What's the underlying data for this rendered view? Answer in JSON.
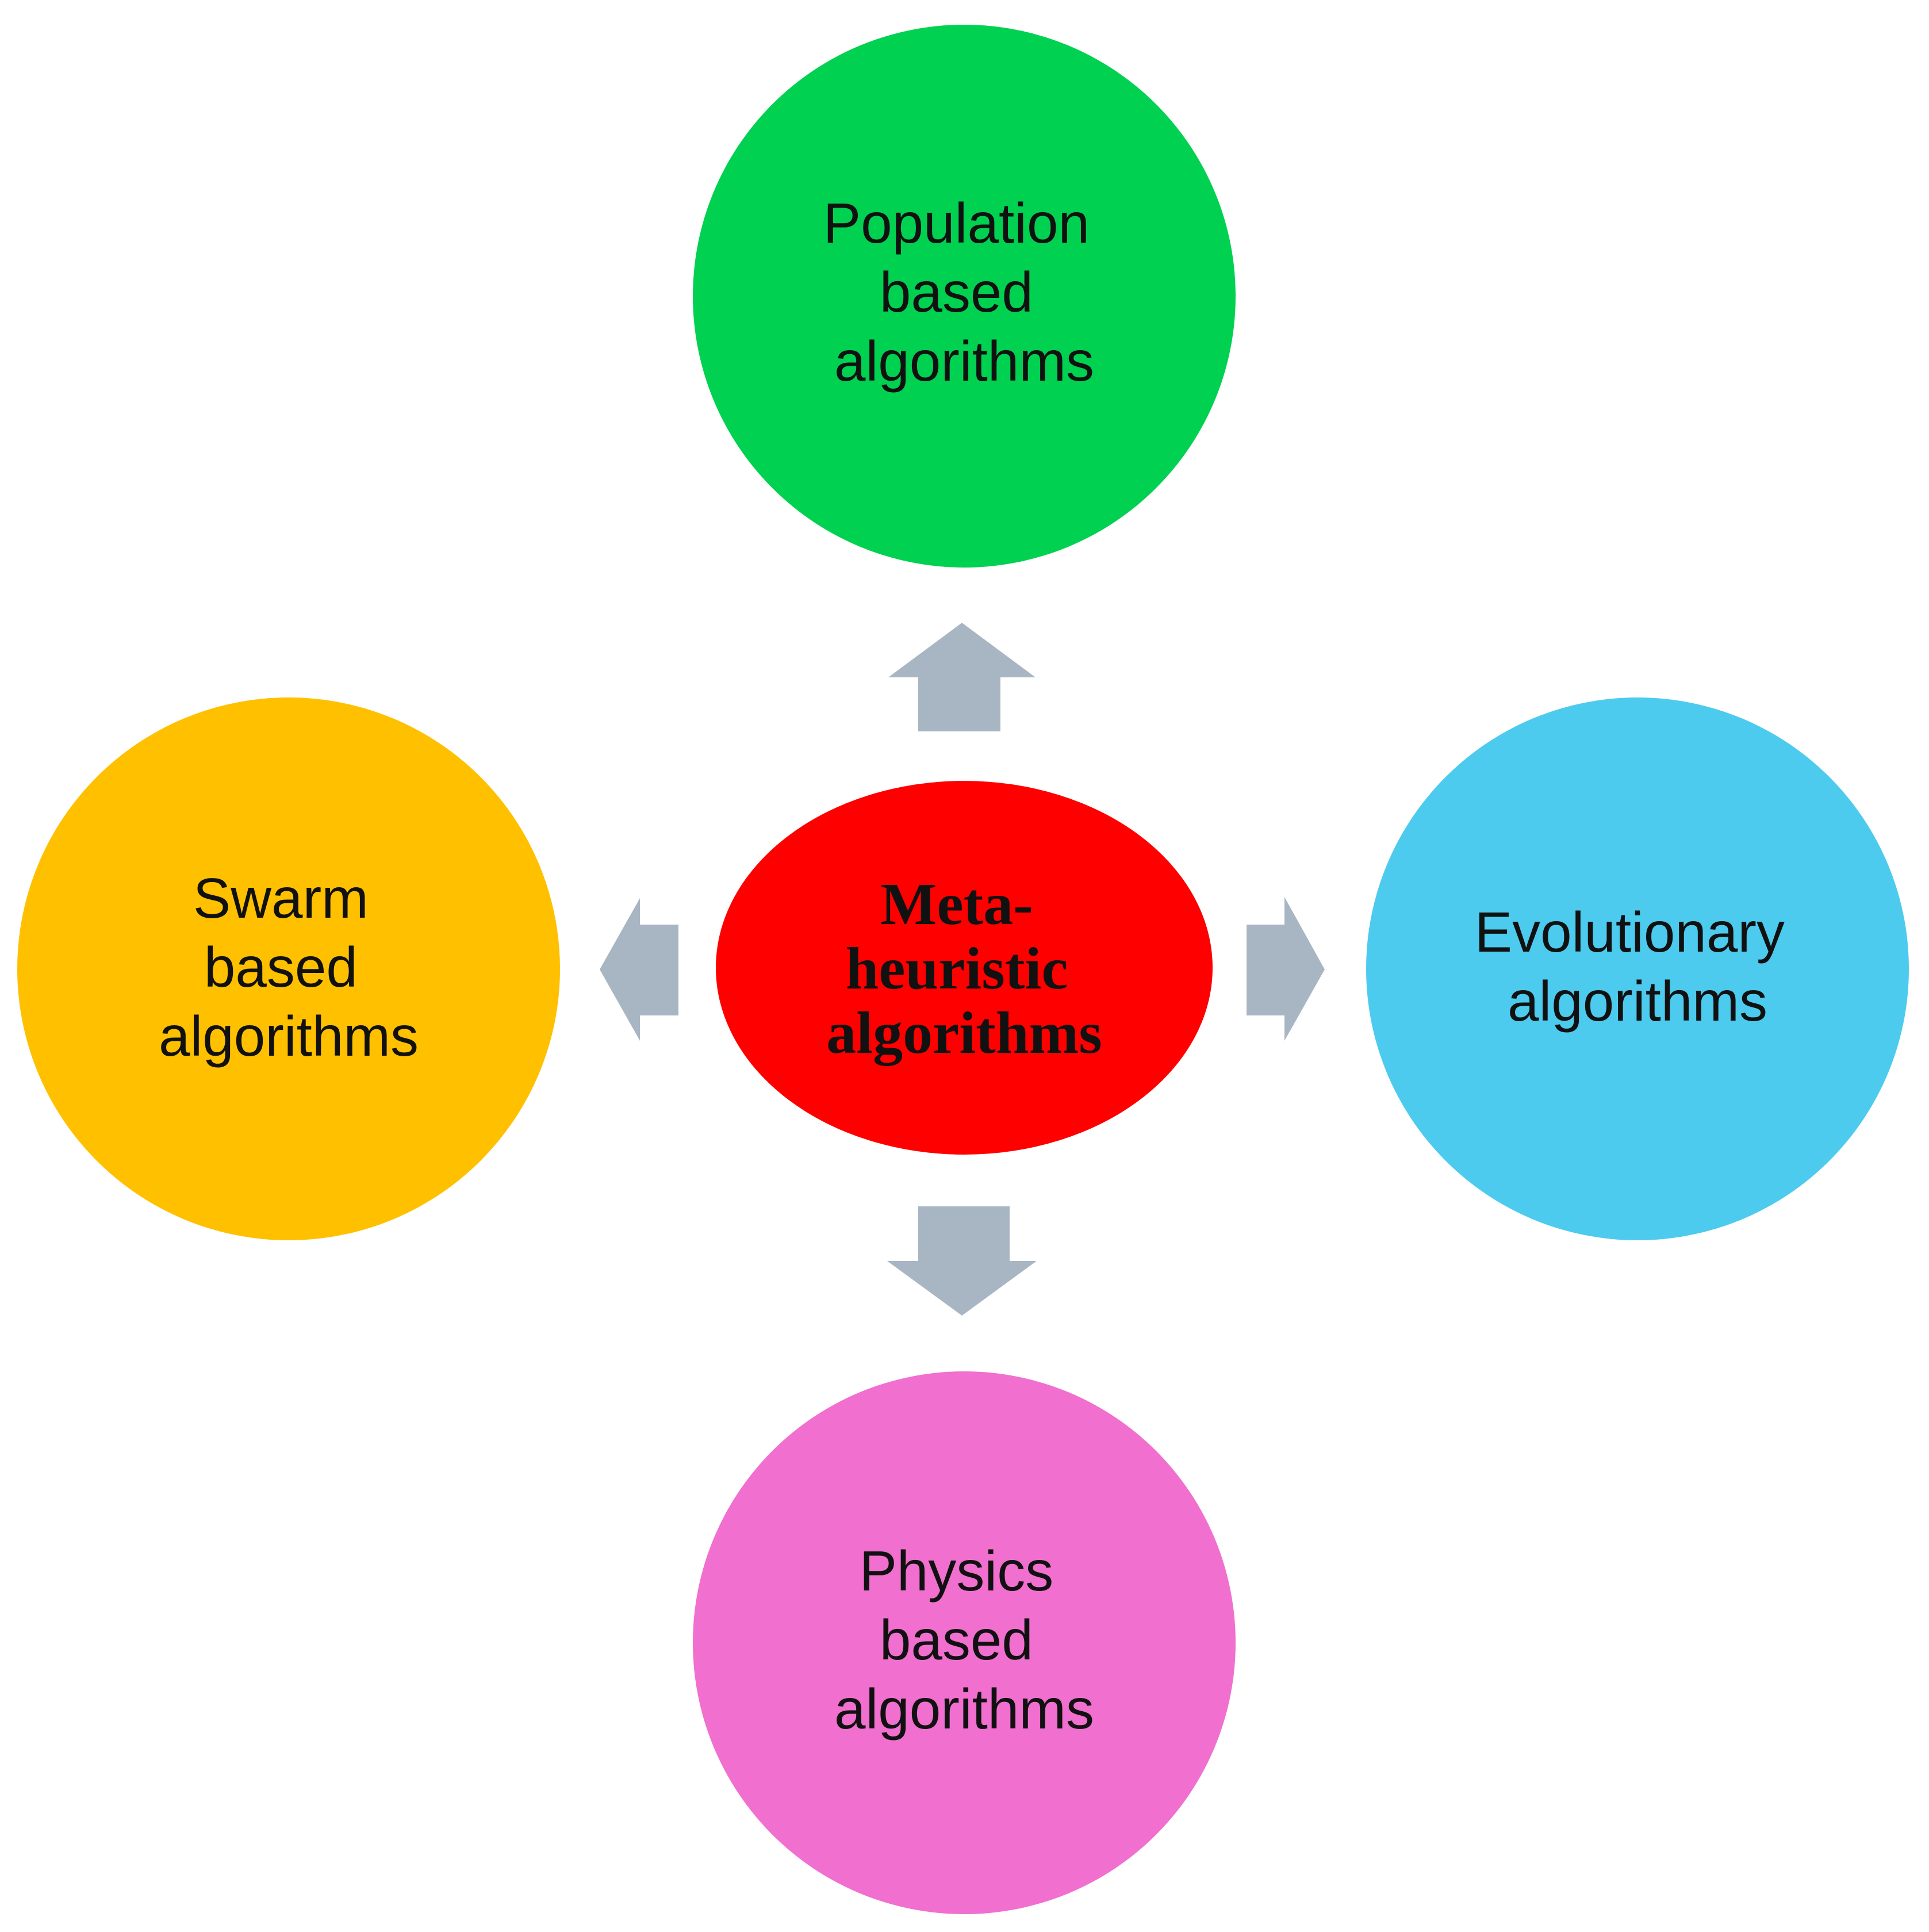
{
  "diagram": {
    "center": {
      "lines": [
        "Meta-",
        "heuristic",
        "algorithms"
      ],
      "color": "#ff0000"
    },
    "nodes": {
      "top": {
        "lines": [
          "Population",
          "based",
          "algorithms"
        ],
        "color": "#00d150"
      },
      "right": {
        "lines": [
          "Evolutionary",
          "algorithms"
        ],
        "color": "#4ccbee"
      },
      "bottom": {
        "lines": [
          "Physics",
          "based",
          "algorithms"
        ],
        "color": "#f06fcf"
      },
      "left": {
        "lines": [
          "Swarm",
          "based",
          "algorithms"
        ],
        "color": "#ffc000"
      }
    },
    "arrow_color": "#a8b6c3"
  }
}
